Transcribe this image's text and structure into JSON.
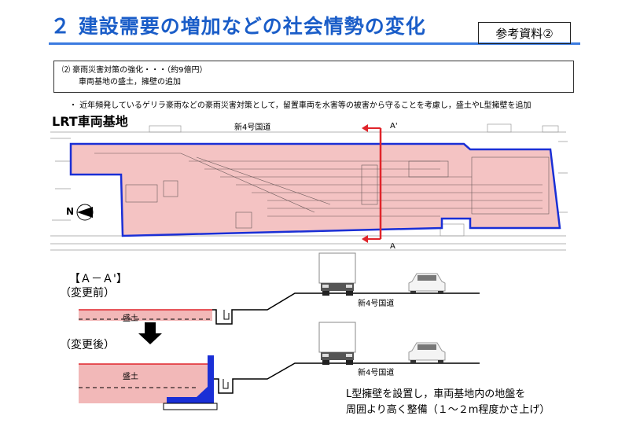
{
  "header": {
    "title": "２ 建設需要の増加などの社会情勢の変化",
    "ref_label": "参考資料②"
  },
  "note": {
    "line1": "⑵ 豪雨災害対策の強化・・・（約9億円）",
    "line2": "車両基地の盛土，擁壁の追加"
  },
  "bullet_text": "・ 近年頻発しているゲリラ豪雨などの豪雨災害対策として，留置車両を水害等の被害から守ることを考慮し，盛土やL型擁壁を追加",
  "plan": {
    "title": "LRT車両基地",
    "road_label": "新4号国道",
    "section_top_label": "A'",
    "section_bottom_label": "A",
    "north_label": "N"
  },
  "section": {
    "title": "【Ａ－Ａ'】",
    "before_label": "（変更前）",
    "after_label": "（変更後）",
    "embankment_label": "盛土",
    "road_label": "新4号国道"
  },
  "bottom_note": {
    "line1": "L型擁壁を設置し，車両基地内の地盤を",
    "line2": "周囲より高く整備（１～２m程度かさ上げ）"
  },
  "colors": {
    "title": "#1a5dc8",
    "embankment_fill": "#f2b8b8",
    "boundary": "#1a2fd6",
    "section_line": "#e0242a",
    "wall": "#1a2fd6"
  }
}
